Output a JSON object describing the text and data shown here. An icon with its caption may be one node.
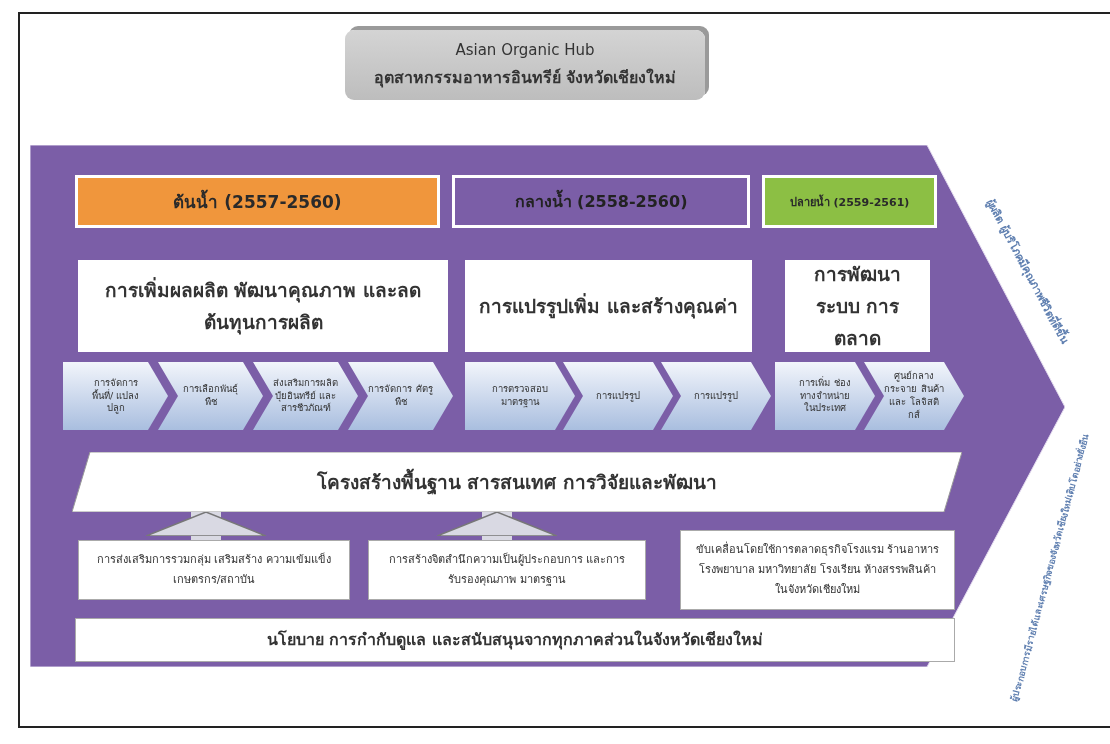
{
  "diagram": {
    "nodes": [
      {
        "text": [
          "Asian Organic Hub",
          "อุตสาหกรรมอาหารอินทรีย์ จังหวัดเชียงใหม่"
        ]
      },
      {
        "text": [],
        "shape": "arrow",
        "beside": [
          "ผู้ผลิต ผู้บริโภคมีคุณภาพชีวิตที่ดีขึ้น",
          "ผู้ประกอบการมีรายได้และเศรษฐกิจของจังหวัดเชียงใหม่เติบโตอย่างยั่งยืน"
        ]
      },
      {
        "text": [
          "ต้นน้ำ (2557-2560)"
        ],
        "in": 1
      },
      {
        "text": [
          "กลางน้ำ (2558-2560)"
        ],
        "in": 1
      },
      {
        "text": [
          "ปลายน้ำ (2559-2561)"
        ],
        "in": 1
      },
      {
        "text": [
          "การเพิ่มผลผลิต พัฒนาคุณภาพ และลดต้นทุนการผลิต"
        ],
        "in": 1
      },
      {
        "text": [
          "การแปรรูปเพิ่ม และสร้างคุณค่า"
        ],
        "in": 1
      },
      {
        "text": [
          "การพัฒนาระบบ การตลาด"
        ],
        "in": 1
      },
      {
        "text": [
          "การจัดการพื้นที่/ แปลงปลูก"
        ],
        "in": 1
      },
      {
        "text": [
          "การเลือกพันธุ์ พืช"
        ],
        "in": 1
      },
      {
        "text": [
          "ส่งเสริมการผลิต ปุ๋ยอินทรีย์ และสารชีวภัณฑ์"
        ],
        "in": 1
      },
      {
        "text": [
          "การจัดการ ศัตรูพืช"
        ],
        "in": 1
      },
      {
        "text": [
          "การตรวจสอบ มาตรฐาน"
        ],
        "in": 1
      },
      {
        "text": [
          "การแปรรูป"
        ],
        "in": 1
      },
      {
        "text": [
          "การแปรรูป"
        ],
        "in": 1
      },
      {
        "text": [
          "การเพิ่ม ช่องทางจำหน่าย ในประเทศ"
        ],
        "in": 1
      },
      {
        "text": [
          "ศูนย์กลางกระจาย สินค้าและ โลจิสติกส์"
        ],
        "in": 1
      },
      {
        "text": [
          "โครงสร้างพื้นฐาน สารสนเทศ การวิจัยและพัฒนา"
        ],
        "in": 1
      },
      {
        "text": [
          "การส่งเสริมการรวมกลุ่ม เสริมสร้าง ความเข้มแข็งเกษตรกร/สถาบัน"
        ],
        "in": 1
      },
      {
        "text": [
          "การสร้างจิตสำนึกความเป็นผู้ประกอบการ และการรับรองคุณภาพ มาตรฐาน"
        ],
        "in": 1
      },
      {
        "text": [
          "ขับเคลื่อนโดยใช้การตลาดธุรกิจโรงแรม ร้านอาหาร โรงพยาบาล มหาวิทยาลัย โรงเรียน ห้างสรรพสินค้าในจังหวัดเชียงใหม่"
        ],
        "in": 1
      },
      {
        "text": [
          "นโยบาย การกำกับดูแล และสนับสนุนจากทุกภาคส่วนในจังหวัดเชียงใหม่"
        ],
        "in": 1
      }
    ],
    "edges": [
      {
        "from": 18,
        "to": 17,
        "arrow": "to"
      },
      {
        "from": 19,
        "to": 17,
        "arrow": "to"
      }
    ]
  }
}
